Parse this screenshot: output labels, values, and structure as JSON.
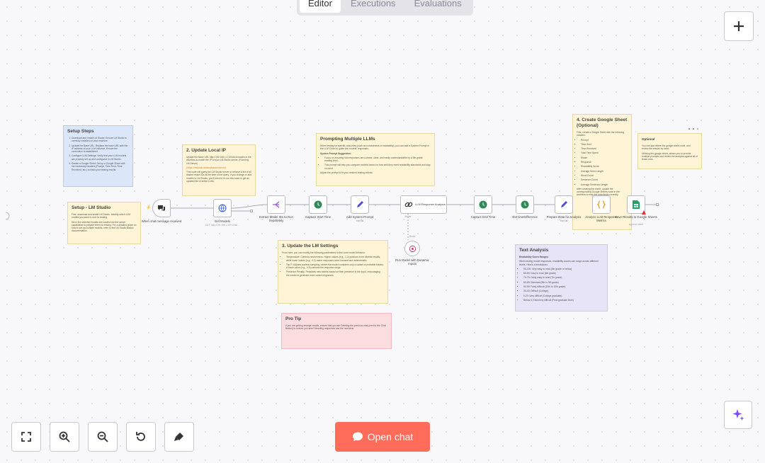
{
  "tabs": [
    {
      "label": "Editor",
      "active": true
    },
    {
      "label": "Executions",
      "active": false
    },
    {
      "label": "Evaluations",
      "active": false
    }
  ],
  "open_chat_label": "Open chat",
  "notes": {
    "setup_steps": {
      "title": "Setup Steps",
      "items": [
        "Download and Install LM Studio: Ensure LM Studio is correctly installed on your machine.",
        "Update the Base URL: Replace the base URL with the IP address of your LLM instance. Ensure the connection is established.",
        "Configure LLM Settings: Verify that your LLM models are properly set up and configured in LM Studio.",
        "Create a Google Sheet: Set up a Google Sheet with the necessary headers (Prompt, Time Sent, Time Received, etc.) to track your testing results."
      ]
    },
    "setup_lm": {
      "title": "Setup - LM Studio",
      "p1": "First, download and install LM Studio. Identify which LLM models you want to use for testing.",
      "p2": "Next, the selected models are loaded into the server capabilities to prepare them for testing. For a detailed guide on how to set up multiple models, refer to the LM Studio Basics documentation."
    },
    "update_ip": {
      "title": "2. Update Local IP",
      "p1": "Update the Base URL http://192.168.1.1:1234/v1/models in the workflow to match the IP of your LM Studio server. (Running LM Server)",
      "p2": "(https://lmstudio.ai/docs/basics/server)",
      "p3": "This node will query the LM Studio server to retrieve a list of all loaded model IDs at the time of the query. If you change or add models to LM Studio, you'll need to re-run this node to get an updated list of active LLMs."
    },
    "prompting": {
      "title": "Prompting Multiple LLMs",
      "p1": "When testing for specific outcomes (such as conciseness or readability), you can add a System Prompt in the LLM Chain to guide the models' responses.",
      "sub": "System Prompt Suggestion:",
      "items": [
        "Focus on ensuring that responses are concise, clear, and easily understandable by a 5th-grade reading level.",
        "This prompt will help you compare models based on how well they meet readability standards and stay on point."
      ],
      "p2": "Adjust the prompt to fit your desired testing criteria."
    },
    "google_sheet": {
      "title": "4. Create Google Sheet (Optional)",
      "intro": "First, create a Google Sheet with the following headers:",
      "headers": [
        "Prompt",
        "Time Sent",
        "Time Received",
        "Total Time Spent",
        "Model",
        "Response",
        "Readability Score",
        "Average Word Length",
        "Word Count",
        "Sentence Count",
        "Average Sentence Length"
      ],
      "outro": "After creating the sheet, update the corresponding Google Sheets node in the workflow to map the data fields correctly."
    },
    "optional": {
      "title": "Optional",
      "p1": "You can just delete the google sheet node, and review the results by hand.",
      "p2": "Utilizing the google sheet, allows you to provide multiple prompts and review the analysis against all of those runs."
    },
    "lm_settings": {
      "title": "3. Update the LM Settings",
      "intro": "From here, you can modify the following parameters to fine-tune model behavior:",
      "items": [
        "Temperature: Controls randomness. Higher values (e.g., 1.0) produce more diverse results, while lower values (e.g., 0.2) make responses more focused and deterministic.",
        "Top P: Adjusts nucleus sampling, where the model considers only a subset of probable tokens. A lower value (e.g., 0.5) narrows the response range.",
        "Presence Penalty: Penalizes new tokens based on their presence in the input, encouraging the model to generate more varied responses."
      ]
    },
    "pro_tip": {
      "title": "Pro Tip",
      "p1": "If you are getting strange results, ensure that you are Deleting the previous chat (next to the Chat Button) to ensure you aren't bleeding responses into the next chat."
    },
    "text_analysis": {
      "title": "Text Analysis",
      "sub": "Readability Score Ranges:",
      "intro": "When testing model responses, readability scores can range across different levels. Here's a breakdown:",
      "items": [
        "90-100: Very easy to read (5th grade or below)",
        "80-89: Easy to read (6th grade)",
        "70-79: Fairly easy to read (7th grade)",
        "60-69: Standard (8th to 9th grade)",
        "50-59: Fairly difficult (10th to 12th grade)",
        "30-49: Difficult (College)",
        "0-29: Very difficult (College graduate)",
        "Below 0: Extremely difficult (Post-graduate level)"
      ]
    }
  },
  "nodes": {
    "chat_trigger": {
      "label": "When chat message received"
    },
    "get_models": {
      "label": "Get Models",
      "sub": "GET: http://192.168.1.179:1234/..."
    },
    "extract_models": {
      "label": "Extract Model IDs to Run Separately"
    },
    "capture_start": {
      "label": "Capture Start Time"
    },
    "add_system_prompt": {
      "label": "Add System Prompt",
      "sub": "manual"
    },
    "llm_response": {
      "label": "LLM Response Analysis",
      "sub": "Model"
    },
    "run_model": {
      "label": "Run Model with Dunamic Inputs",
      "sub": "Model"
    },
    "capture_end": {
      "label": "Capture End Time"
    },
    "get_time_diff": {
      "label": "Get timeDifference"
    },
    "prepare_data": {
      "label": "Prepare Data for Analysis",
      "sub": "manual"
    },
    "analyze": {
      "label": "Analyze LLM Response Metrics"
    },
    "save_sheets": {
      "label": "Save Results to Google Sheets",
      "sub": "append: sheet"
    }
  },
  "icons": {
    "add": "plus-icon",
    "fit": "fit-view-icon",
    "zoom_in": "zoom-in-icon",
    "zoom_out": "zoom-out-icon",
    "reset": "reset-zoom-icon",
    "tidy": "tidy-up-icon",
    "ai": "sparkle-icon",
    "chat": "chat-icon"
  },
  "colors": {
    "accent": "#ff6d5a",
    "note_yellow": "#fff5d6",
    "note_blue": "#dbe7f8",
    "note_purple": "#e6e4f6",
    "note_pink": "#fbdde0",
    "ai_purple": "#7c4dff"
  }
}
